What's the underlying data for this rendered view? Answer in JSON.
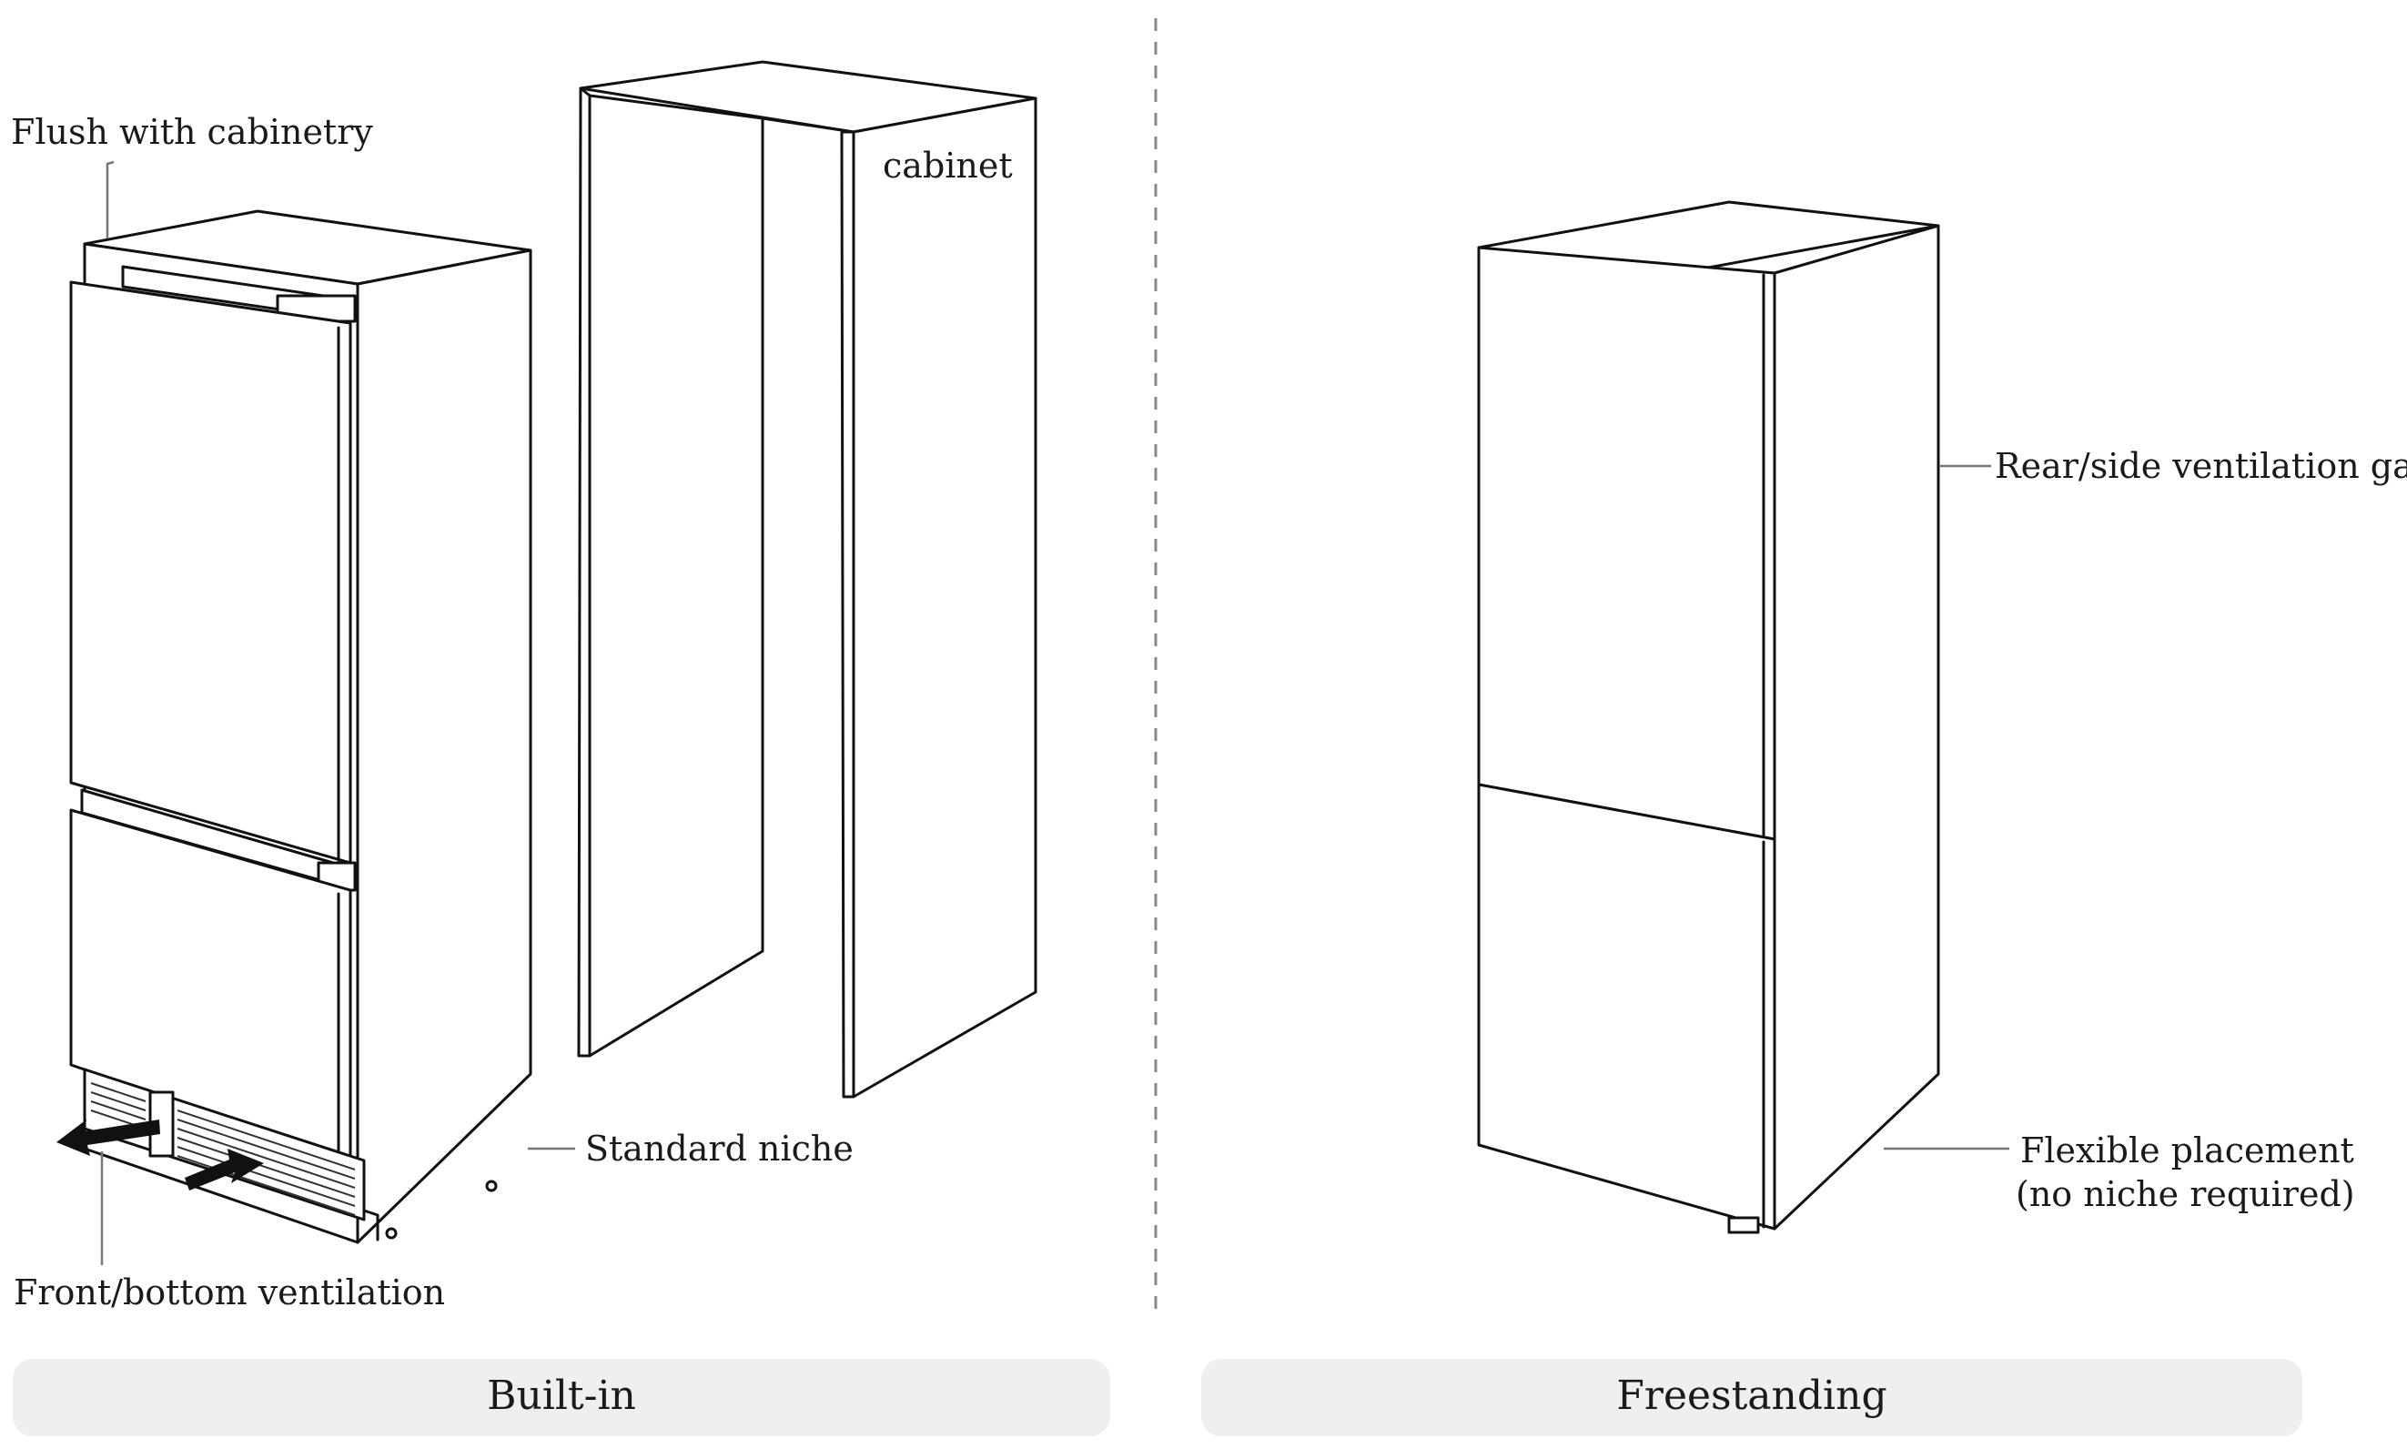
{
  "labels": {
    "flush": "Flush with cabinetry",
    "cabinet": "cabinet",
    "standard_niche": "Standard niche",
    "front_bottom_vent": "Front/bottom ventilation",
    "rear_side_gap": "Rear/side ventilation gap",
    "flexible_1": "Flexible placement",
    "flexible_2": "(no niche required)"
  },
  "panels": {
    "left": "Built-in",
    "right": "Freestanding"
  },
  "colors": {
    "line": "#111111",
    "panel_bg": "#efefef",
    "divider": "#888888",
    "leader": "#777777"
  }
}
